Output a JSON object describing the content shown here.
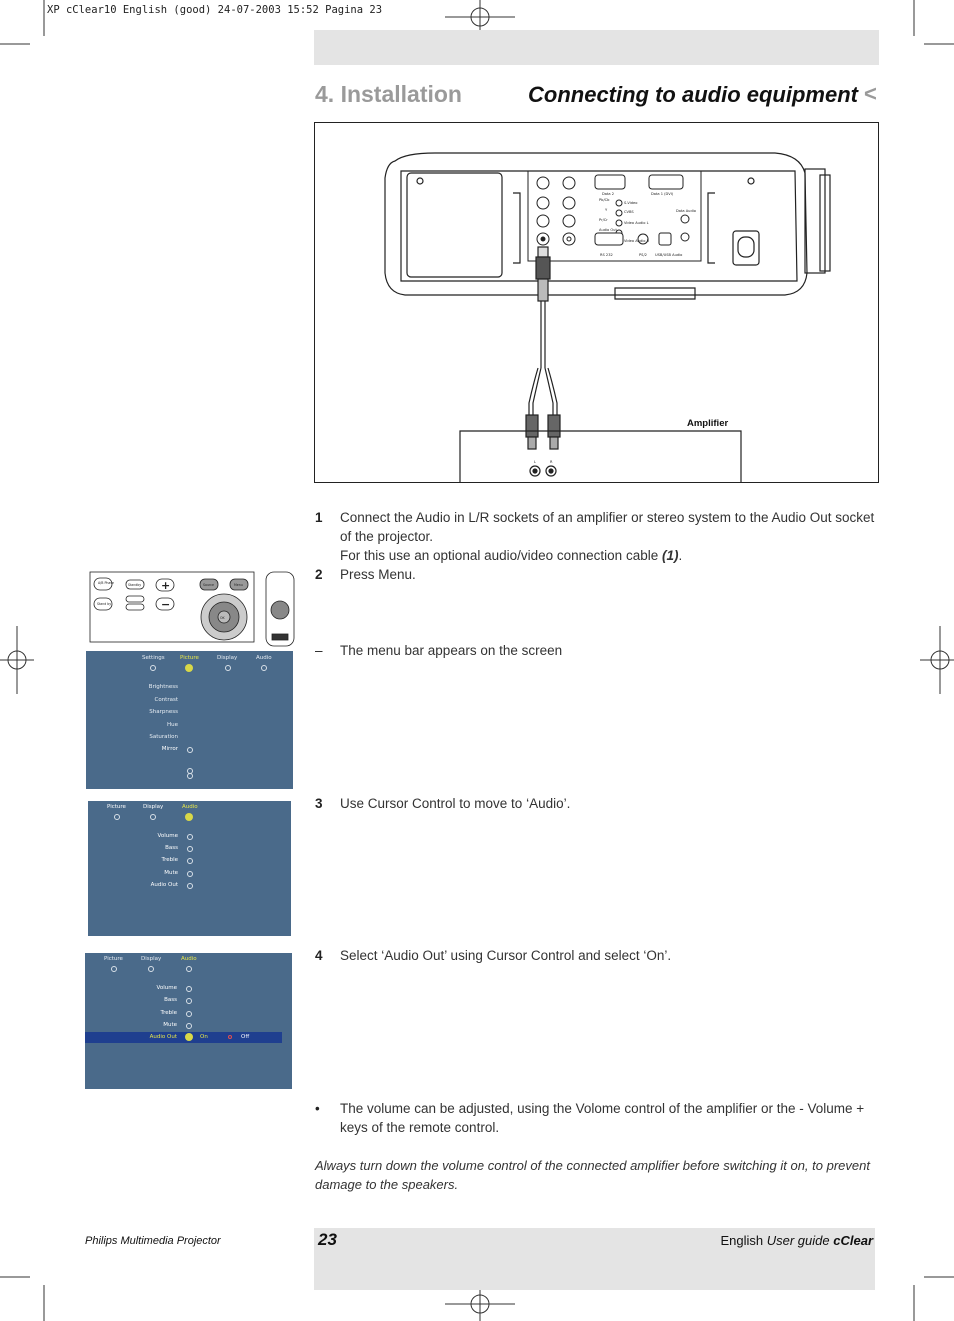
{
  "printer_slug": "XP cClear10 English (good) 24-07-2003 15:52 Pagina 23",
  "header": {
    "section_number": "4. Installation",
    "title": "Connecting to audio equipment",
    "arrow": "<"
  },
  "diagram": {
    "amplifier_label": "Amplifier",
    "ports": {
      "data2": "Data 2",
      "data1": "Data 1 (DVI)",
      "data_audio": "Data Audio",
      "svideo": "S-Video",
      "cvbs": "CVBS",
      "video_audio_l": "Video Audio L",
      "video_audio_r": "Video Audio R",
      "rs232": "RS 232",
      "ps2": "PS/2",
      "usb": "USB/USB Audio",
      "pbcb": "Pb/Cb",
      "y": "Y",
      "prcr": "Pr/Cr",
      "audio_out": "Audio Out",
      "l": "L",
      "r": "R"
    }
  },
  "steps": [
    {
      "num": "1",
      "text": "Connect the Audio in L/R sockets of an amplifier or stereo system to the Audio Out socket of the projector.",
      "text2": "For this use an optional audio/video connection cable ",
      "ref": "(1)",
      "tail": "."
    },
    {
      "num": "2",
      "text": "Press Menu."
    },
    {
      "num": "–",
      "text": "The menu bar appears on the screen"
    },
    {
      "num": "3",
      "text": "Use Cursor Control to move to ‘Audio’."
    },
    {
      "num": "4",
      "text": "Select ‘Audio Out’ using Cursor Control and select ‘On’."
    },
    {
      "num": "•",
      "text": "The volume can be adjusted, using the Volome control of the amplifier or the - Volume + keys of the remote control."
    }
  ],
  "caution": "Always turn down the volume control of the connected amplifier before switching it on, to prevent damage to the speakers.",
  "control_panel": {
    "btn_ab_phase": "A/B Phase",
    "btn_standby": "Standby",
    "btn_source": "Source",
    "btn_menu": "Menu",
    "btn_stand_by": "Stand by",
    "btn_ok": "OK",
    "plus": "+",
    "minus": "−"
  },
  "osd1": {
    "tabs": [
      "Settings",
      "Picture",
      "Display",
      "Audio"
    ],
    "items": [
      "Brightness",
      "Contrast",
      "Sharpness",
      "Hue",
      "Saturation",
      "Mirror"
    ]
  },
  "osd2": {
    "tabs": [
      "Picture",
      "Display",
      "Audio"
    ],
    "items": [
      "Volume",
      "Bass",
      "Treble",
      "Mute",
      "Audio Out"
    ]
  },
  "osd3": {
    "tabs": [
      "Picture",
      "Display",
      "Audio"
    ],
    "items": [
      "Volume",
      "Bass",
      "Treble",
      "Mute",
      "Audio Out"
    ],
    "opt_on": "On",
    "opt_off": "Off"
  },
  "footer": {
    "product": "Philips Multimedia Projector",
    "page": "23",
    "language": "English",
    "guide": "User guide",
    "brand": "cClear"
  },
  "colors": {
    "osd_bg": "#4a6a8a",
    "osd_highlight": "#1f3f8f",
    "active_tab": "#e8e84a",
    "band_grey": "#e4e4e4"
  }
}
